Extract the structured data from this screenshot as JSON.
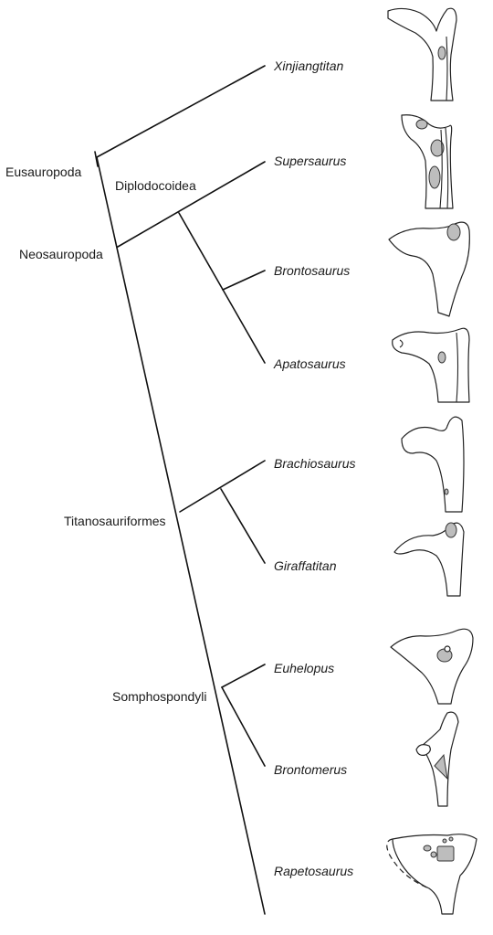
{
  "clades": {
    "eusauropoda": "Eusauropoda",
    "diplodocoidea": "Diplodocoidea",
    "neosauropoda": "Neosauropoda",
    "titanosauriformes": "Titanosauriformes",
    "somphospondyli": "Somphospondyli"
  },
  "taxa": [
    "Xinjiangtitan",
    "Supersaurus",
    "Brontosaurus",
    "Apatosaurus",
    "Brachiosaurus",
    "Giraffatitan",
    "Euhelopus",
    "Brontomerus",
    "Rapetosaurus"
  ],
  "colors": {
    "line": "#111111",
    "fossa_fill": "#bdbdbd",
    "background": "#ffffff"
  }
}
